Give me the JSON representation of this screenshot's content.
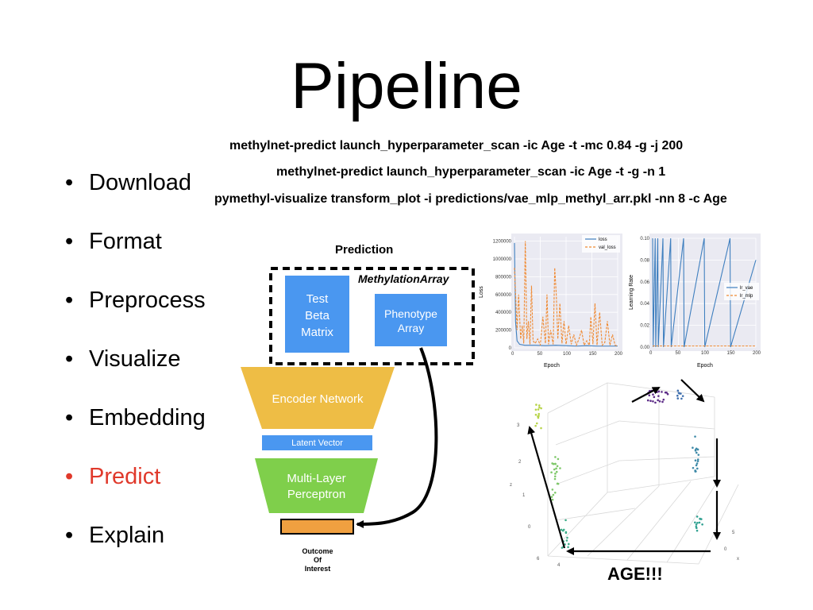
{
  "title": "Pipeline",
  "commands": [
    "methylnet-predict launch_hyperparameter_scan -ic Age -t -mc 0.84 -g -j 200",
    "methylnet-predict launch_hyperparameter_scan -ic Age -t -g -n 1",
    "pymethyl-visualize transform_plot -i predictions/vae_mlp_methyl_arr.pkl -nn 8 -c Age"
  ],
  "bullets": [
    {
      "label": "Download",
      "active": false
    },
    {
      "label": "Format",
      "active": false
    },
    {
      "label": "Preprocess",
      "active": false
    },
    {
      "label": "Visualize",
      "active": false
    },
    {
      "label": "Embedding",
      "active": false
    },
    {
      "label": "Predict",
      "active": true
    },
    {
      "label": "Explain",
      "active": false
    }
  ],
  "diagram": {
    "prediction_label": "Prediction",
    "methylation_array_label": "MethylationArray",
    "test_beta_matrix": [
      "Test",
      "Beta",
      "Matrix"
    ],
    "phenotype_array": [
      "Phenotype",
      "Array"
    ],
    "encoder_network": "Encoder Network",
    "latent_vector": "Latent Vector",
    "mlp": [
      "Multi-Layer",
      "Perceptron"
    ],
    "outcome": [
      "Outcome",
      "Of",
      "Interest"
    ],
    "age_label": "AGE!!!"
  },
  "colors": {
    "blue_box": "#4a97f0",
    "encoder": "#eebd45",
    "mlp": "#7fcf4b",
    "outcome": "#f0a040",
    "active_bullet": "#e0392b",
    "loss_line": "#3f7fbf",
    "val_loss_line": "#f08a32"
  },
  "chart_data": [
    {
      "type": "line",
      "xlabel": "Epoch",
      "ylabel": "Loss",
      "x_ticks": [
        "0",
        "50",
        "100",
        "150",
        "200"
      ],
      "y_ticks": [
        "0",
        "200000",
        "400000",
        "600000",
        "800000",
        "1000000",
        "1200000"
      ],
      "xlim": [
        0,
        200
      ],
      "ylim": [
        0,
        1250000
      ],
      "legend": "top-right",
      "grid": true,
      "series": [
        {
          "name": "loss",
          "x": [
            0,
            2,
            5,
            10,
            20,
            40,
            60,
            80,
            100,
            120,
            140,
            160,
            180,
            200
          ],
          "values": [
            1180000,
            300000,
            80000,
            40000,
            30000,
            30000,
            25000,
            30000,
            25000,
            20000,
            25000,
            20000,
            20000,
            20000
          ]
        },
        {
          "name": "val_loss",
          "x": [
            0,
            5,
            8,
            12,
            15,
            18,
            21,
            24,
            27,
            30,
            33,
            36,
            40,
            45,
            50,
            55,
            60,
            63,
            66,
            70,
            75,
            78,
            81,
            84,
            88,
            92,
            96,
            100,
            105,
            110,
            115,
            120,
            125,
            130,
            135,
            140,
            145,
            148,
            152,
            156,
            160,
            165,
            170,
            175,
            180,
            185,
            190,
            195,
            200
          ],
          "values": [
            900000,
            200000,
            600000,
            100000,
            250000,
            50000,
            1200000,
            100000,
            300000,
            40000,
            700000,
            80000,
            50000,
            100000,
            30000,
            350000,
            50000,
            600000,
            40000,
            200000,
            40000,
            900000,
            600000,
            100000,
            500000,
            50000,
            300000,
            40000,
            250000,
            40000,
            150000,
            30000,
            100000,
            200000,
            30000,
            80000,
            30000,
            350000,
            40000,
            500000,
            30000,
            400000,
            30000,
            60000,
            300000,
            30000,
            150000,
            30000,
            20000
          ]
        }
      ]
    },
    {
      "type": "line",
      "xlabel": "Epoch",
      "ylabel": "Learning Rate",
      "x_ticks": [
        "0",
        "50",
        "100",
        "150",
        "200"
      ],
      "y_ticks": [
        "0.00",
        "0.02",
        "0.04",
        "0.06",
        "0.08",
        "0.10"
      ],
      "xlim": [
        0,
        200
      ],
      "ylim": [
        0,
        0.1
      ],
      "legend": "center-right",
      "grid": true,
      "series": [
        {
          "name": "lr_vae",
          "x": [
            0,
            1,
            5,
            6,
            10,
            11,
            20,
            21,
            35,
            36,
            60,
            61,
            100,
            101,
            150,
            151,
            200
          ],
          "values": [
            0.1,
            0.0,
            0.1,
            0.0,
            0.1,
            0.0,
            0.1,
            0.0,
            0.1,
            0.0,
            0.1,
            0.0,
            0.1,
            0.0,
            0.1,
            0.0,
            0.08
          ]
        },
        {
          "name": "lr_mlp",
          "x": [
            0,
            200
          ],
          "values": [
            0.001,
            0.001
          ]
        }
      ]
    }
  ]
}
